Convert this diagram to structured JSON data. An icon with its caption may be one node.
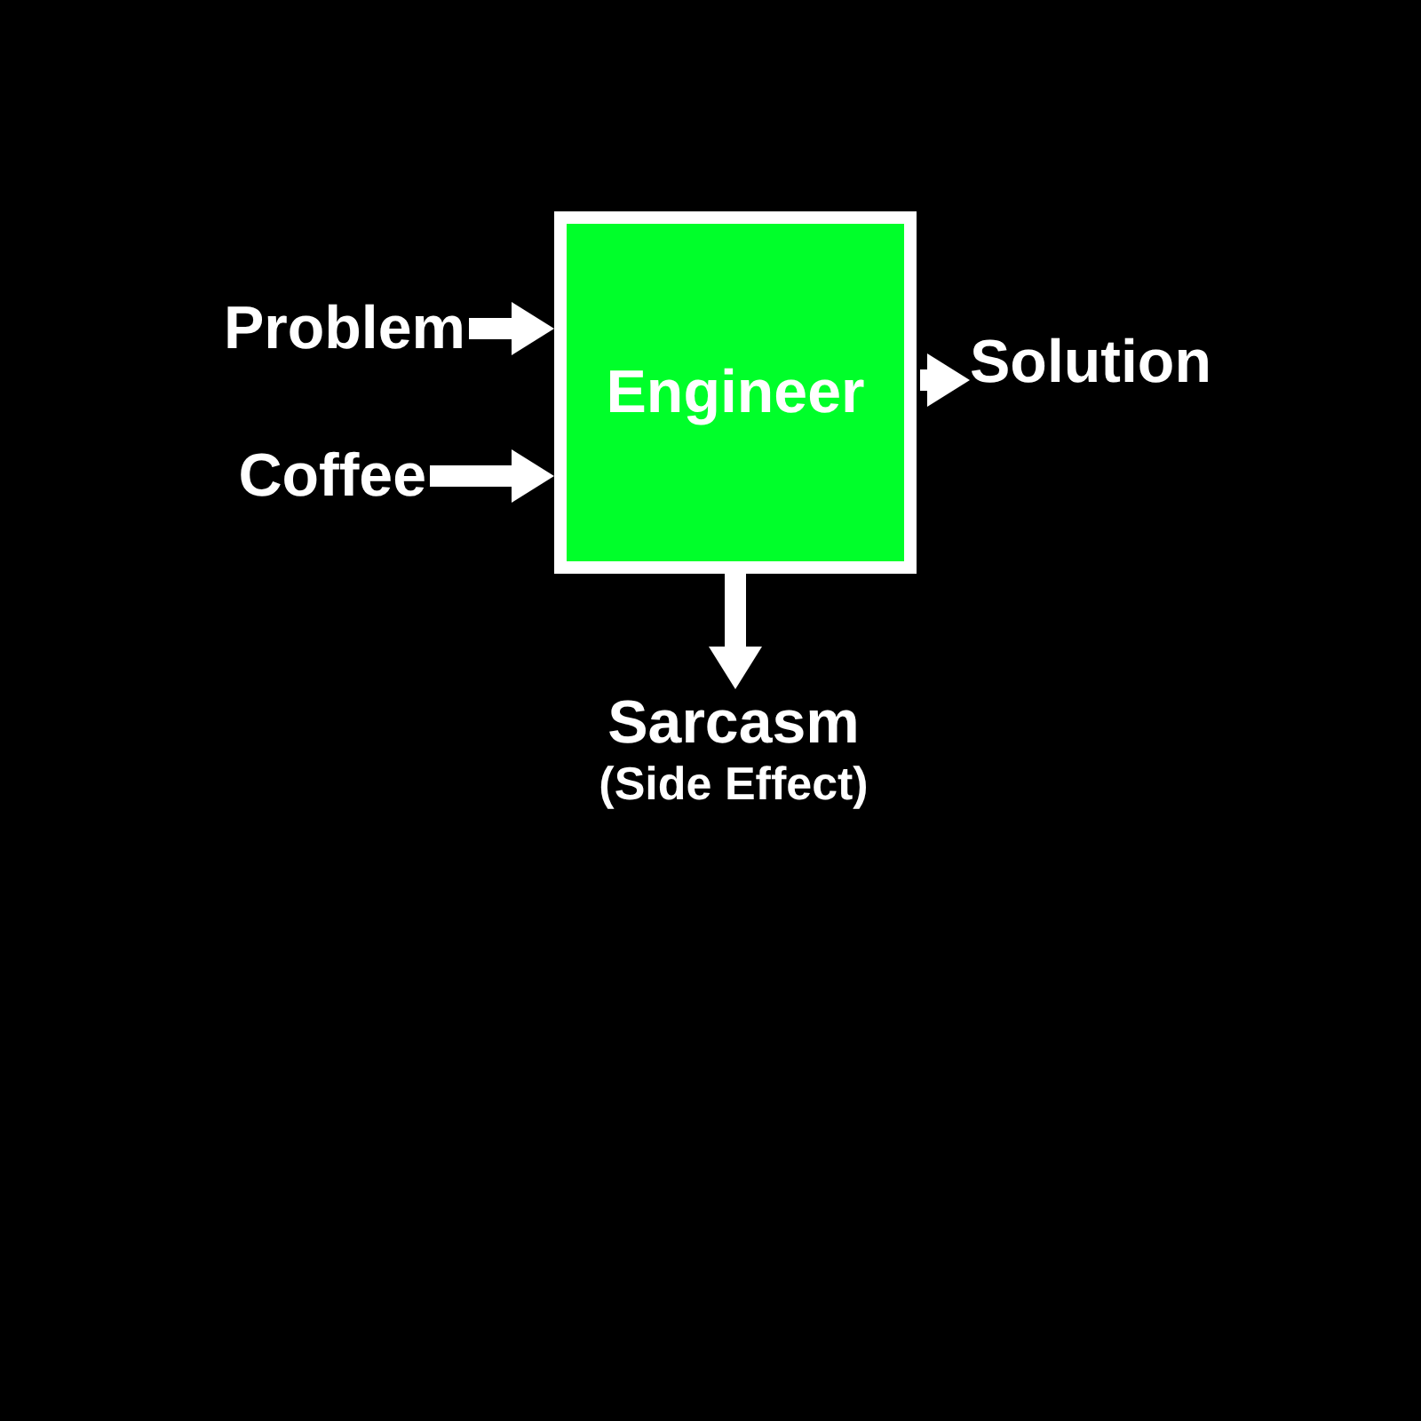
{
  "diagram": {
    "nodes": [
      {
        "text": [
          "Problem"
        ]
      },
      {
        "text": [
          "Coffee"
        ]
      },
      {
        "text": [
          "Engineer"
        ]
      },
      {
        "text": [
          "Solution"
        ]
      },
      {
        "text": [
          "Sarcasm",
          "(Side Effect)"
        ]
      }
    ],
    "edges": [
      {
        "from": 0,
        "to": 2,
        "arrow": "to"
      },
      {
        "from": 1,
        "to": 2,
        "arrow": "to"
      },
      {
        "from": 2,
        "to": 3,
        "arrow": "to"
      },
      {
        "from": 2,
        "to": 4,
        "arrow": "to"
      }
    ]
  }
}
